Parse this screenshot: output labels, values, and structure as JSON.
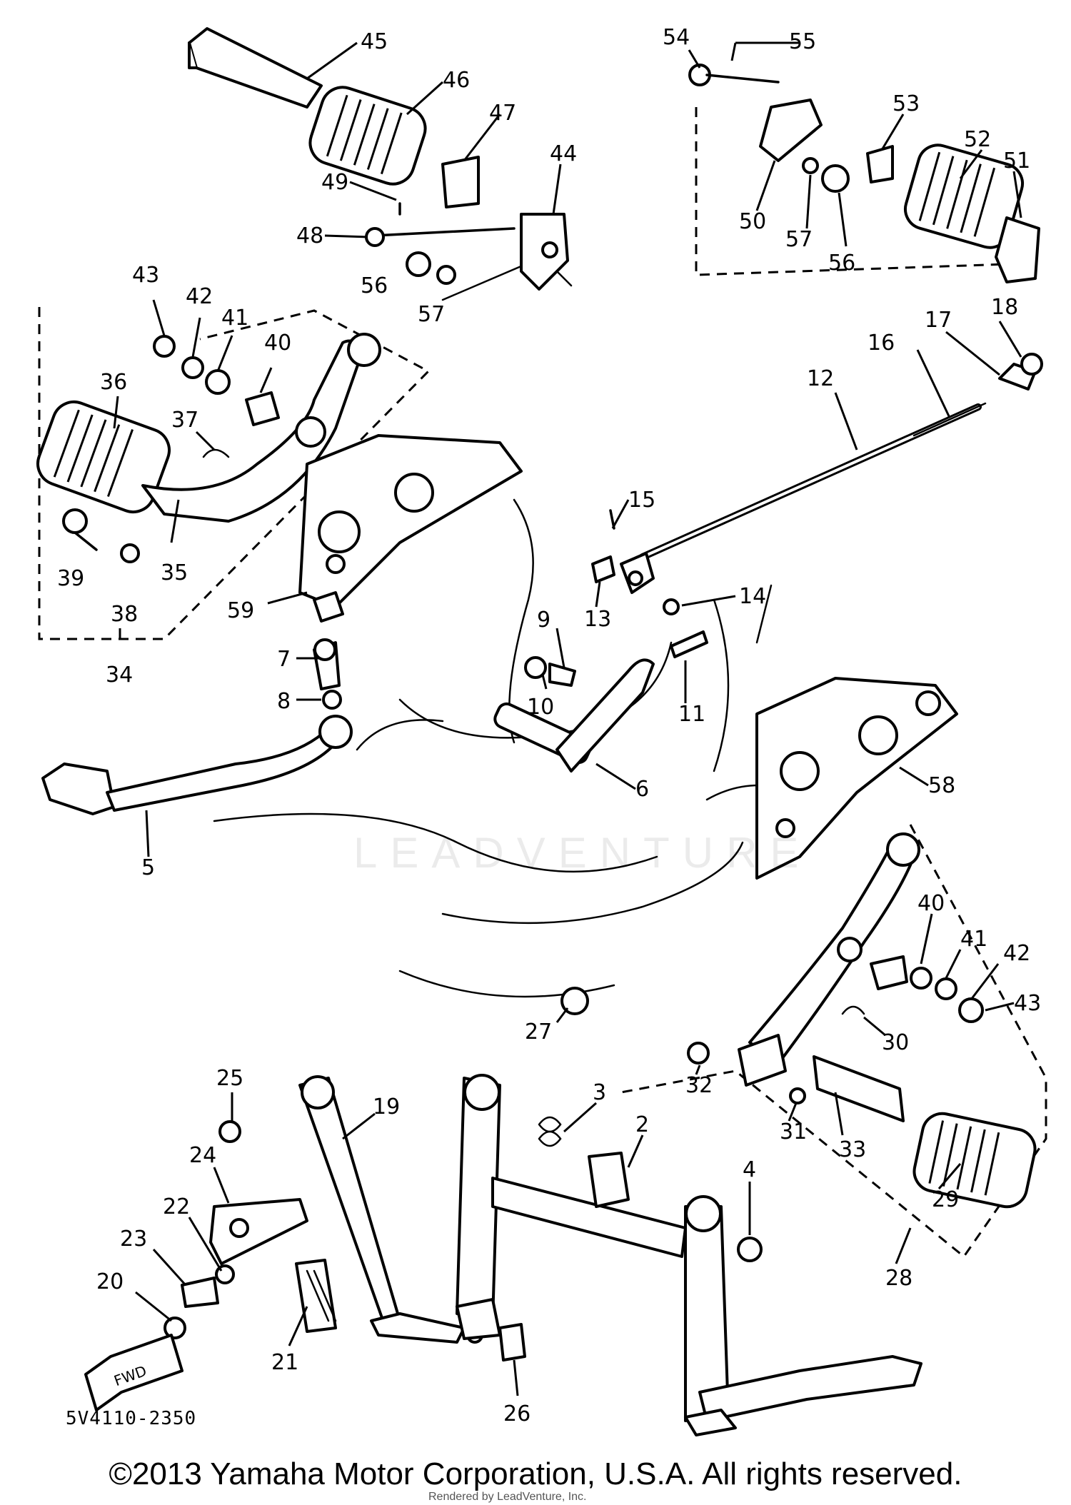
{
  "diagram": {
    "drawing_code": "5V4110-2350",
    "watermark": "LEADVENTURE",
    "copyright": "©2013 Yamaha Motor Corporation, U.S.A. All rights reserved.",
    "render_note": "Rendered by LeadVenture, Inc.",
    "fwd_marker": "FWD",
    "callouts": [
      "45",
      "46",
      "47",
      "49",
      "48",
      "44",
      "56",
      "57",
      "54",
      "55",
      "53",
      "52",
      "51",
      "50",
      "57",
      "56",
      "43",
      "42",
      "41",
      "40",
      "36",
      "37",
      "39",
      "38",
      "35",
      "34",
      "59",
      "18",
      "17",
      "16",
      "12",
      "15",
      "13",
      "14",
      "9",
      "10",
      "11",
      "7",
      "8",
      "6",
      "58",
      "5",
      "40",
      "41",
      "42",
      "43",
      "27",
      "30",
      "32",
      "31",
      "33",
      "29",
      "28",
      "25",
      "19",
      "3",
      "2",
      "4",
      "24",
      "22",
      "23",
      "20",
      "21",
      "26"
    ]
  }
}
